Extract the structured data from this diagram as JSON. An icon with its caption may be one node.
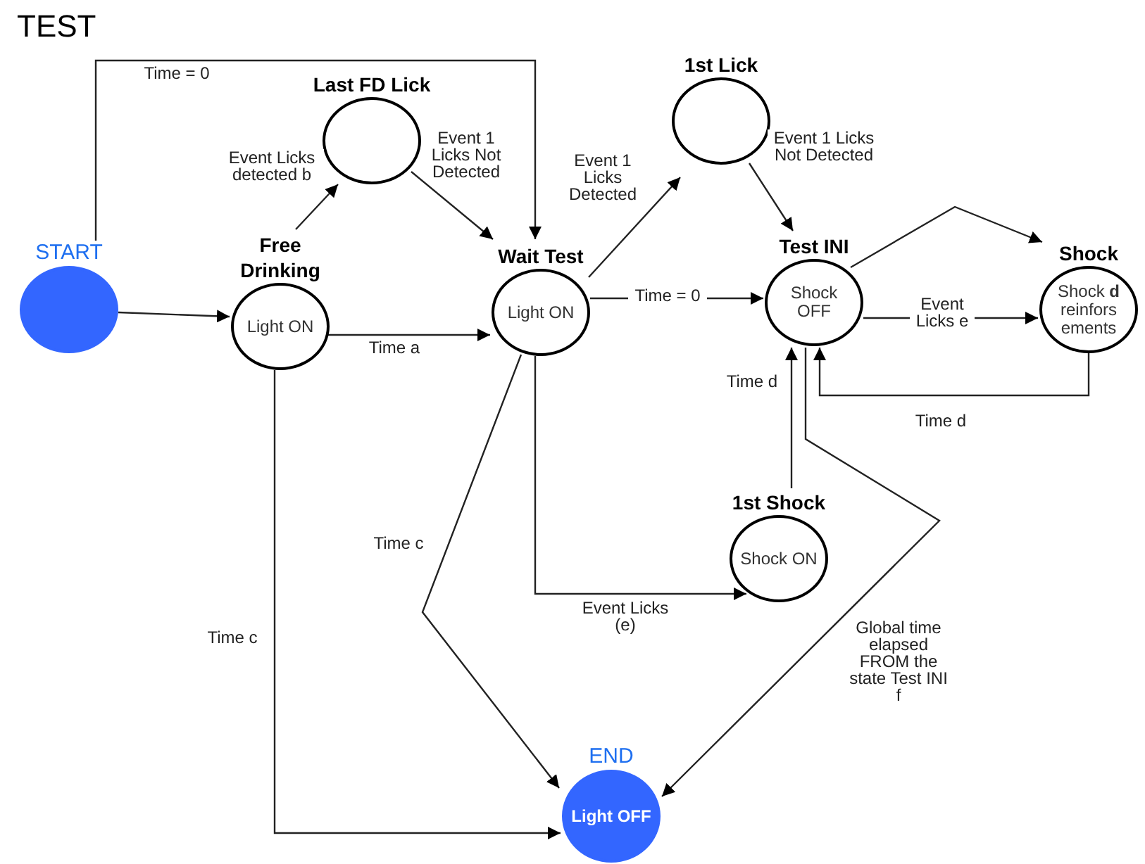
{
  "diagram": {
    "title": "TEST",
    "nodes": [
      {
        "text": [
          "START"
        ]
      },
      {
        "text": [
          "Free Drinking",
          "Light ON"
        ]
      },
      {
        "text": [
          "Last FD Lick"
        ]
      },
      {
        "text": [
          "Wait Test",
          "Light ON"
        ]
      },
      {
        "text": [
          "1st Lick"
        ]
      },
      {
        "text": [
          "Test INI",
          "Shock OFF"
        ]
      },
      {
        "text": [
          "Shock",
          "Shock **d** reinforsements"
        ]
      },
      {
        "text": [
          "1st Shock",
          "Shock ON"
        ]
      },
      {
        "text": [
          "END",
          "Light OFF"
        ]
      }
    ],
    "edges": [
      {
        "from": 0,
        "to": 3,
        "label": "Time = 0",
        "arrow": "to"
      },
      {
        "from": 0,
        "to": 1,
        "arrow": "to"
      },
      {
        "from": 1,
        "to": 2,
        "label": "Event Licks detected b",
        "arrow": "to"
      },
      {
        "from": 2,
        "to": 3,
        "label": "Event 1 Licks Not Detected",
        "arrow": "to"
      },
      {
        "from": 1,
        "to": 3,
        "label": "Time a",
        "arrow": "to"
      },
      {
        "from": 3,
        "to": 4,
        "label": "Event 1 Licks Detected",
        "arrow": "to"
      },
      {
        "from": 4,
        "to": 5,
        "label": "Event 1 Licks Not Detected",
        "arrow": "to"
      },
      {
        "from": 3,
        "to": 5,
        "label": "Time = 0",
        "arrow": "to"
      },
      {
        "from": 5,
        "to": 6,
        "arrow": "to"
      },
      {
        "from": 5,
        "to": 6,
        "label": "Event Licks e",
        "arrow": "to"
      },
      {
        "from": 6,
        "to": 5,
        "label": "Time d",
        "arrow": "to"
      },
      {
        "from": 3,
        "to": 7,
        "label": "Event Licks (e)",
        "arrow": "to"
      },
      {
        "from": 7,
        "to": 5,
        "label": "Time d",
        "arrow": "to"
      },
      {
        "from": 5,
        "to": 8,
        "label": "Global time elapsed FROM the state Test INI f",
        "arrow": "to"
      },
      {
        "from": 3,
        "to": 8,
        "label": "Time c",
        "arrow": "to"
      },
      {
        "from": 1,
        "to": 8,
        "label": "Time c",
        "arrow": "to"
      }
    ]
  }
}
